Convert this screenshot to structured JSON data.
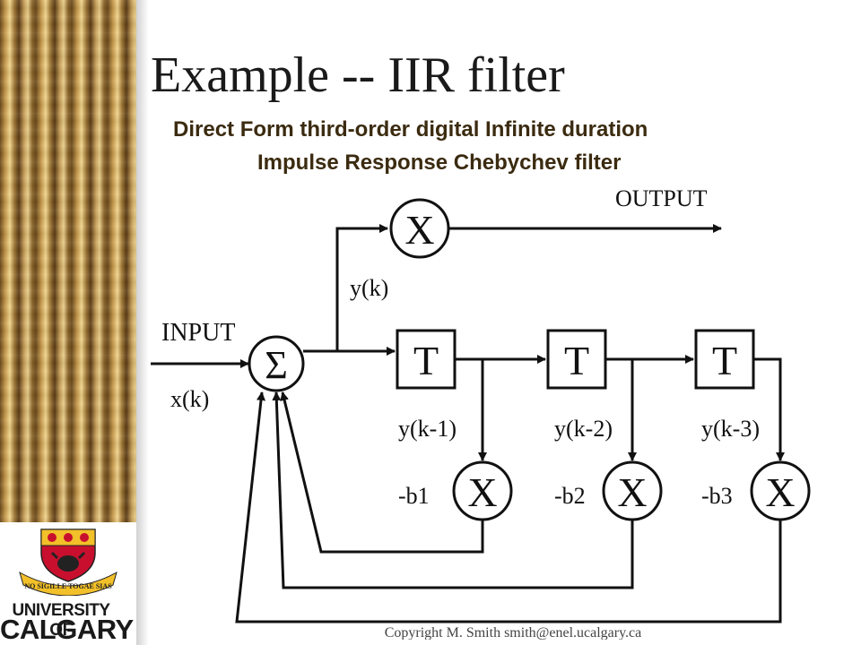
{
  "slide": {
    "title": "Example -- IIR filter",
    "subtitle_line1": "Direct Form third-order digital Infinite duration",
    "subtitle_line2": "Impulse Response Chebychev filter",
    "footer": "Copyright M. Smith smith@enel.ucalgary.ca"
  },
  "logo": {
    "line1": "UNIVERSITY OF",
    "line2": "CALGARY",
    "motto": "NO SIGILLE TOGAE SIAS"
  },
  "diagram": {
    "input_label": "INPUT",
    "input_signal": "x(k)",
    "output_label": "OUTPUT",
    "output_signal": "y(k)",
    "sum_symbol": "Σ",
    "multiply_symbol": "X",
    "delay_symbol": "T",
    "delay_outputs": [
      "y(k-1)",
      "y(k-2)",
      "y(k-3)"
    ],
    "coefficients": [
      "-b1",
      "-b2",
      "-b3"
    ]
  },
  "colors": {
    "title": "#1a1a1a",
    "subtitle": "#3b2b10",
    "sidebar_gold": "#c79a4c",
    "crest_red": "#c8102e",
    "crest_gold": "#f2c029"
  }
}
